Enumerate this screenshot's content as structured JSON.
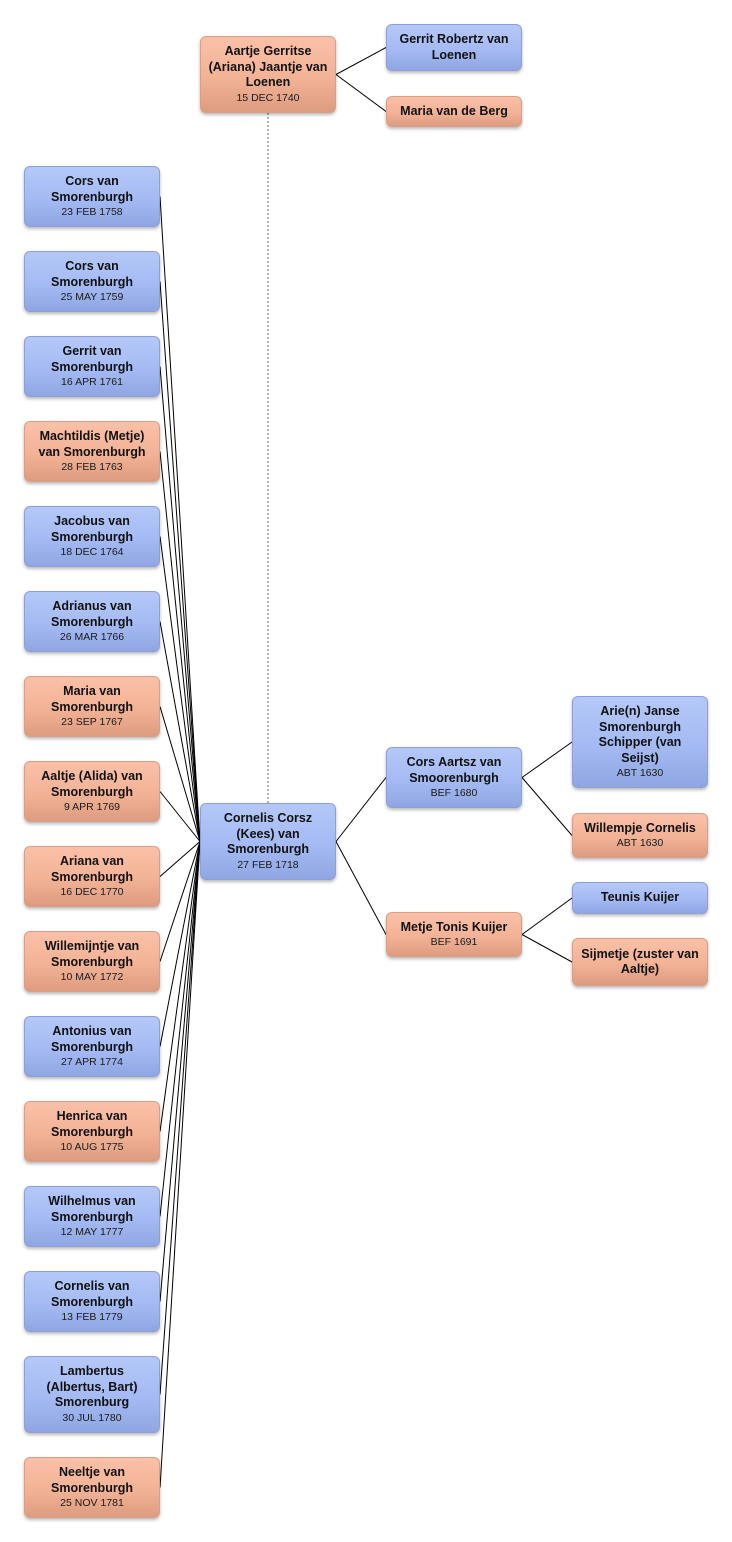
{
  "colors": {
    "male_box": "#a5baf3",
    "female_box": "#f2b296",
    "connector": "#000000",
    "spouse_connector": "#888888"
  },
  "persons": {
    "spouse": {
      "name": "Aartje Gerritse (Ariana) Jaantje van Loenen",
      "date": "15 DEC 1740",
      "sex": "female"
    },
    "spouse_father": {
      "name": "Gerrit Robertz van Loenen",
      "date": "",
      "sex": "male"
    },
    "spouse_mother": {
      "name": "Maria van de Berg",
      "date": "",
      "sex": "female"
    },
    "root": {
      "name": "Cornelis Corsz (Kees) van Smorenburgh",
      "date": "27 FEB 1718",
      "sex": "male"
    },
    "father": {
      "name": "Cors Aartsz van Smoorenburgh",
      "date": "BEF 1680",
      "sex": "male"
    },
    "mother": {
      "name": "Metje Tonis Kuijer",
      "date": "BEF 1691",
      "sex": "female"
    },
    "paternal_grandfather": {
      "name": "Arie(n) Janse Smorenburgh Schipper (van Seijst)",
      "date": "ABT 1630",
      "sex": "male"
    },
    "paternal_grandmother": {
      "name": "Willempje Cornelis",
      "date": "ABT 1630",
      "sex": "female"
    },
    "maternal_grandfather": {
      "name": "Teunis Kuijer",
      "date": "",
      "sex": "male"
    },
    "maternal_grandmother": {
      "name": "Sijmetje (zuster van Aaltje)",
      "date": "",
      "sex": "female"
    }
  },
  "children": [
    {
      "name": "Cors van Smorenburgh",
      "date": "23 FEB 1758",
      "sex": "male"
    },
    {
      "name": "Cors van Smorenburgh",
      "date": "25 MAY 1759",
      "sex": "male"
    },
    {
      "name": "Gerrit van Smorenburgh",
      "date": "16 APR 1761",
      "sex": "male"
    },
    {
      "name": "Machtildis (Metje) van Smorenburgh",
      "date": "28 FEB 1763",
      "sex": "female"
    },
    {
      "name": "Jacobus van Smorenburgh",
      "date": "18 DEC 1764",
      "sex": "male"
    },
    {
      "name": "Adrianus van Smorenburgh",
      "date": "26 MAR 1766",
      "sex": "male"
    },
    {
      "name": "Maria van Smorenburgh",
      "date": "23 SEP 1767",
      "sex": "female"
    },
    {
      "name": "Aaltje (Alida) van Smorenburgh",
      "date": "9 APR 1769",
      "sex": "female"
    },
    {
      "name": "Ariana van Smorenburgh",
      "date": "16 DEC 1770",
      "sex": "female"
    },
    {
      "name": "Willemijntje van Smorenburgh",
      "date": "10 MAY 1772",
      "sex": "female"
    },
    {
      "name": "Antonius van Smorenburgh",
      "date": "27 APR 1774",
      "sex": "male"
    },
    {
      "name": "Henrica van Smorenburgh",
      "date": "10 AUG 1775",
      "sex": "female"
    },
    {
      "name": "Wilhelmus van Smorenburgh",
      "date": "12 MAY 1777",
      "sex": "male"
    },
    {
      "name": "Cornelis van Smorenburgh",
      "date": "13 FEB 1779",
      "sex": "male"
    },
    {
      "name": "Lambertus (Albertus, Bart) Smorenburg",
      "date": "30 JUL 1780",
      "sex": "male"
    },
    {
      "name": "Neeltje van Smorenburgh",
      "date": "25 NOV 1781",
      "sex": "female"
    }
  ]
}
